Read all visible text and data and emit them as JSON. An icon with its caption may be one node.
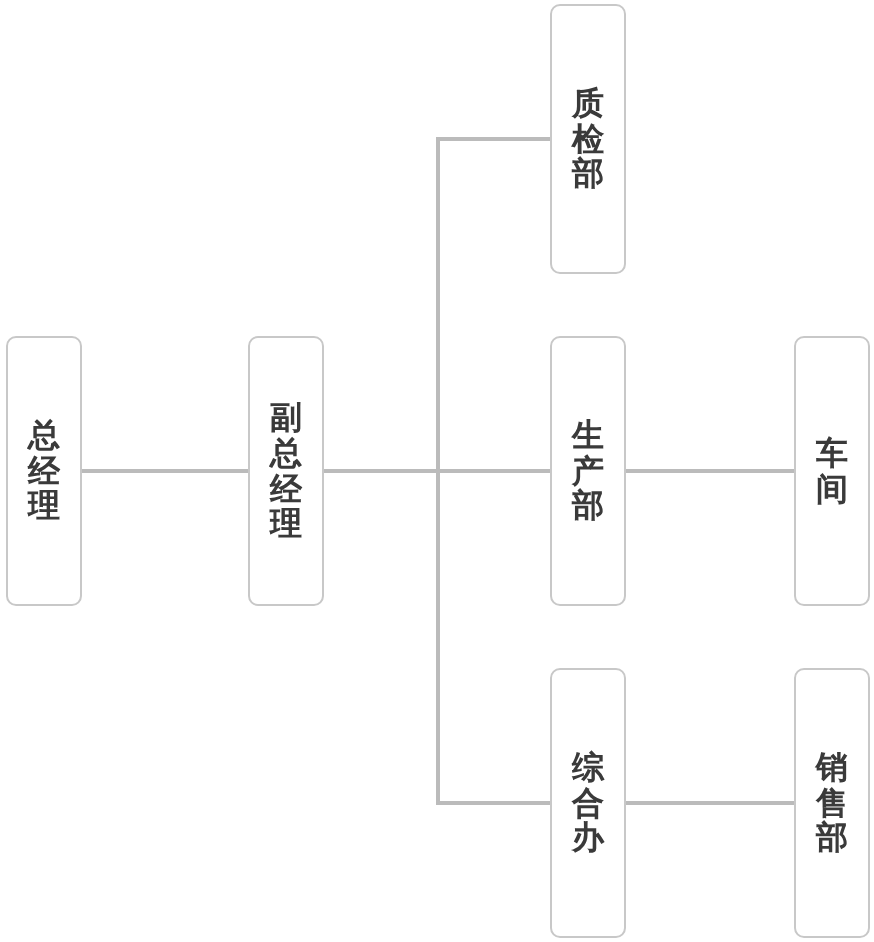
{
  "diagram": {
    "nodes": [
      {
        "text": [
          "总经理"
        ]
      },
      {
        "text": [
          "副总经理"
        ]
      },
      {
        "text": [
          "质检部"
        ]
      },
      {
        "text": [
          "生产部"
        ]
      },
      {
        "text": [
          "综合办"
        ]
      },
      {
        "text": [
          "车间"
        ]
      },
      {
        "text": [
          "销售部"
        ]
      }
    ],
    "edges": [
      {
        "from": 0,
        "to": 1,
        "arrow": "none"
      },
      {
        "from": 1,
        "to": 2,
        "arrow": "none"
      },
      {
        "from": 1,
        "to": 3,
        "arrow": "none"
      },
      {
        "from": 1,
        "to": 4,
        "arrow": "none"
      },
      {
        "from": 3,
        "to": 5,
        "arrow": "none"
      },
      {
        "from": 4,
        "to": 6,
        "arrow": "none"
      }
    ]
  }
}
